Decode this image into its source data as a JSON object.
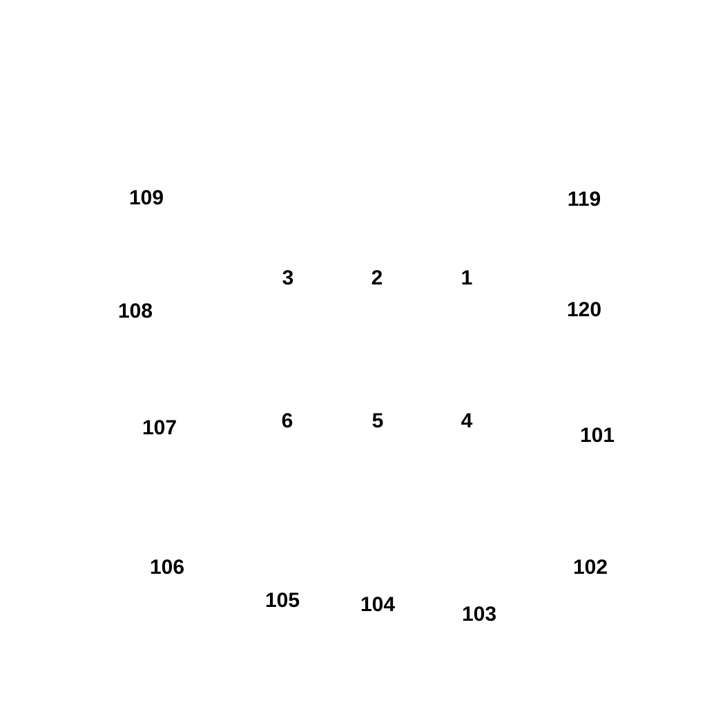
{
  "diagram": {
    "labels": {
      "n109": "109",
      "n119": "119",
      "n3": "3",
      "n2": "2",
      "n1": "1",
      "n108": "108",
      "n120": "120",
      "n107": "107",
      "n6": "6",
      "n5": "5",
      "n4": "4",
      "n101": "101",
      "n106": "106",
      "n102": "102",
      "n105": "105",
      "n104": "104",
      "n103": "103"
    }
  }
}
